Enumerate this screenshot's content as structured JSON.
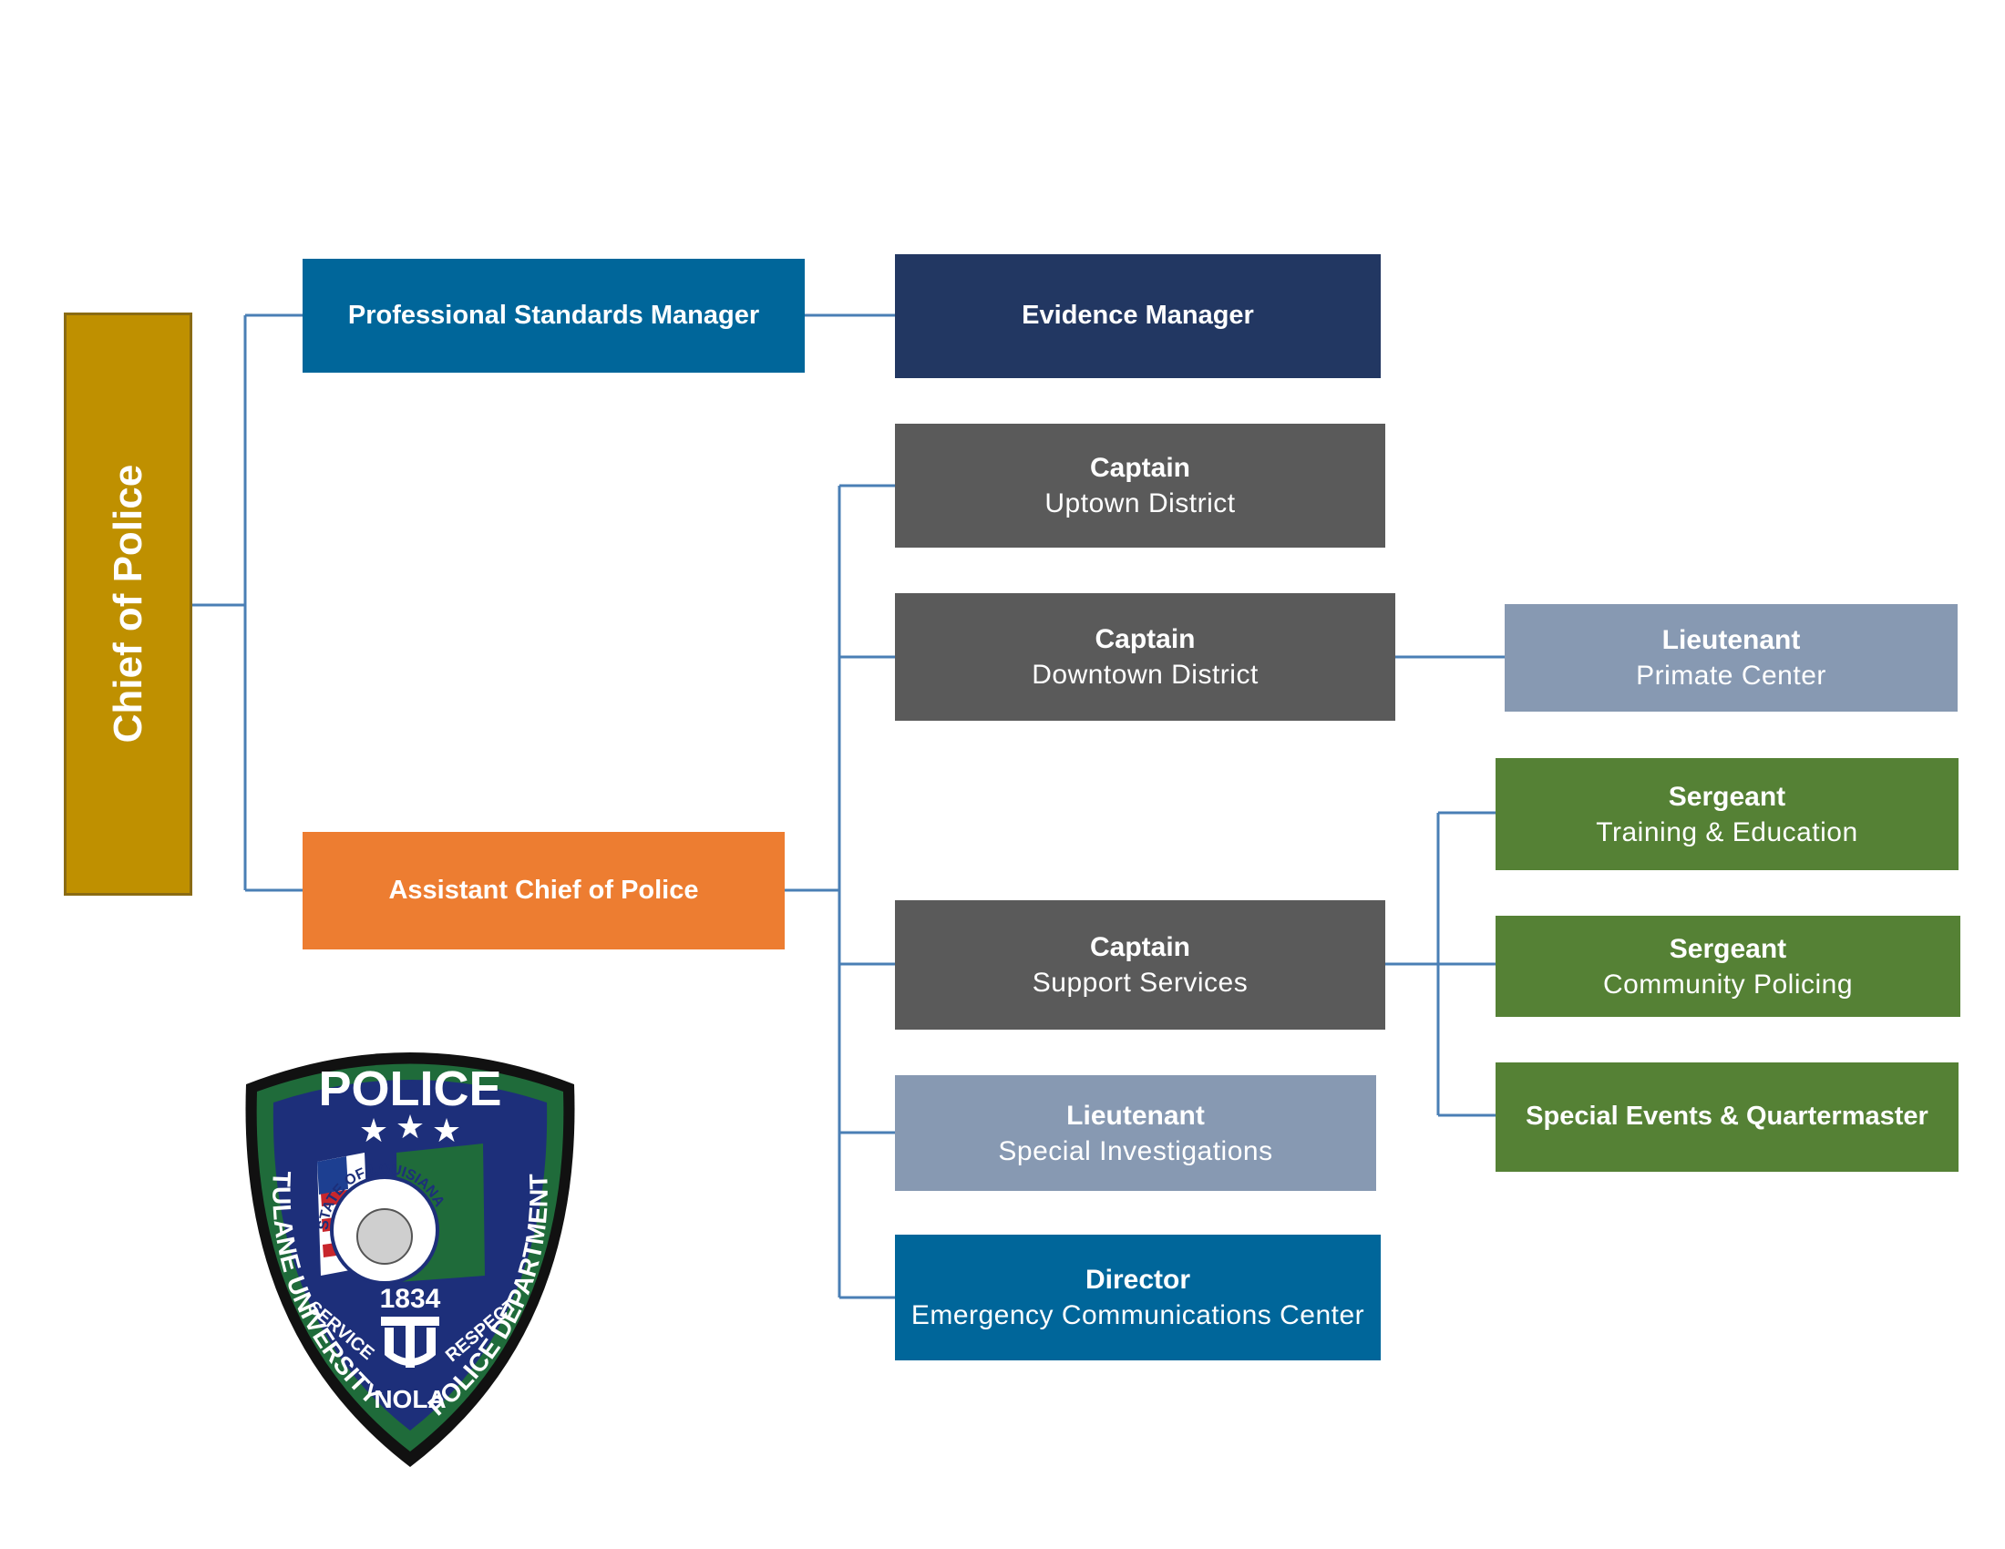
{
  "chart": {
    "chief": "Chief of Police",
    "professional_standards": "Professional Standards Manager",
    "evidence": "Evidence Manager",
    "assistant_chief": "Assistant Chief of Police",
    "captain_uptown": {
      "title": "Captain",
      "unit": "Uptown District"
    },
    "captain_downtown": {
      "title": "Captain",
      "unit": "Downtown District"
    },
    "lieutenant_primate": {
      "title": "Lieutenant",
      "unit": "Primate Center"
    },
    "captain_support": {
      "title": "Captain",
      "unit": "Support Services"
    },
    "sergeant_training": {
      "title": "Sergeant",
      "unit": "Training & Education"
    },
    "sergeant_community": {
      "title": "Sergeant",
      "unit": "Community Policing"
    },
    "special_events": "Special Events & Quartermaster",
    "lieutenant_investigations": {
      "title": "Lieutenant",
      "unit": "Special Investigations"
    },
    "director_ecc": {
      "title": "Director",
      "unit": "Emergency Communications Center"
    }
  },
  "badge": {
    "top": "POLICE",
    "left_arc": "TULANE UNIVERSITY",
    "right_arc": "POLICE DEPARTMENT",
    "seal_text": "STATE OF LOUISIANA",
    "year": "1834",
    "service": "SERVICE",
    "respect": "RESPECT",
    "bottom": "NOLA"
  },
  "colors": {
    "connector": "#4a7fb5",
    "gold": "#bf9000",
    "blue": "#00669a",
    "navy": "#223762",
    "gray": "#5a5a5a",
    "slate": "#8799b2",
    "green": "#558135",
    "orange": "#ed7d31"
  }
}
